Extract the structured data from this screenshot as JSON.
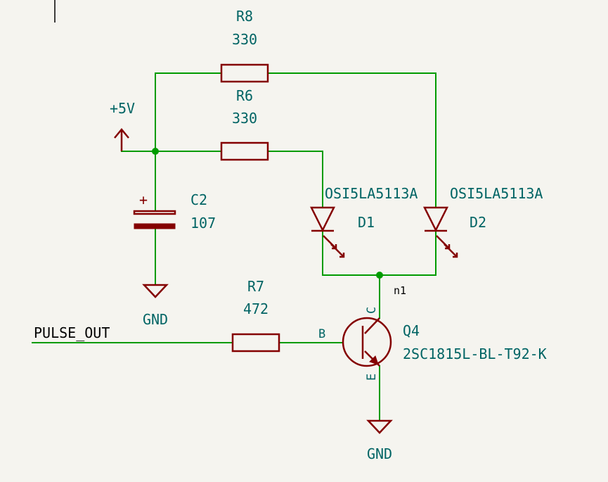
{
  "components": {
    "R8": {
      "ref": "R8",
      "value": "330"
    },
    "R6": {
      "ref": "R6",
      "value": "330"
    },
    "R7": {
      "ref": "R7",
      "value": "472"
    },
    "C2": {
      "ref": "C2",
      "value": "107"
    },
    "D1": {
      "ref": "D1",
      "value": "OSI5LA5113A"
    },
    "D2": {
      "ref": "D2",
      "value": "OSI5LA5113A"
    },
    "Q4": {
      "ref": "Q4",
      "value": "2SC1815L-BL-T92-K",
      "pin_b": "B",
      "pin_c": "C",
      "pin_e": "E"
    }
  },
  "power": {
    "vcc": "+5V",
    "gnd_cap": "GND",
    "gnd_q": "GND"
  },
  "nets": {
    "pulse_out": "PULSE_OUT",
    "n1": "n1"
  },
  "colors": {
    "wire": "#009b00",
    "symbol": "#840000",
    "reference": "#006464",
    "background": "#f5f4ef"
  }
}
